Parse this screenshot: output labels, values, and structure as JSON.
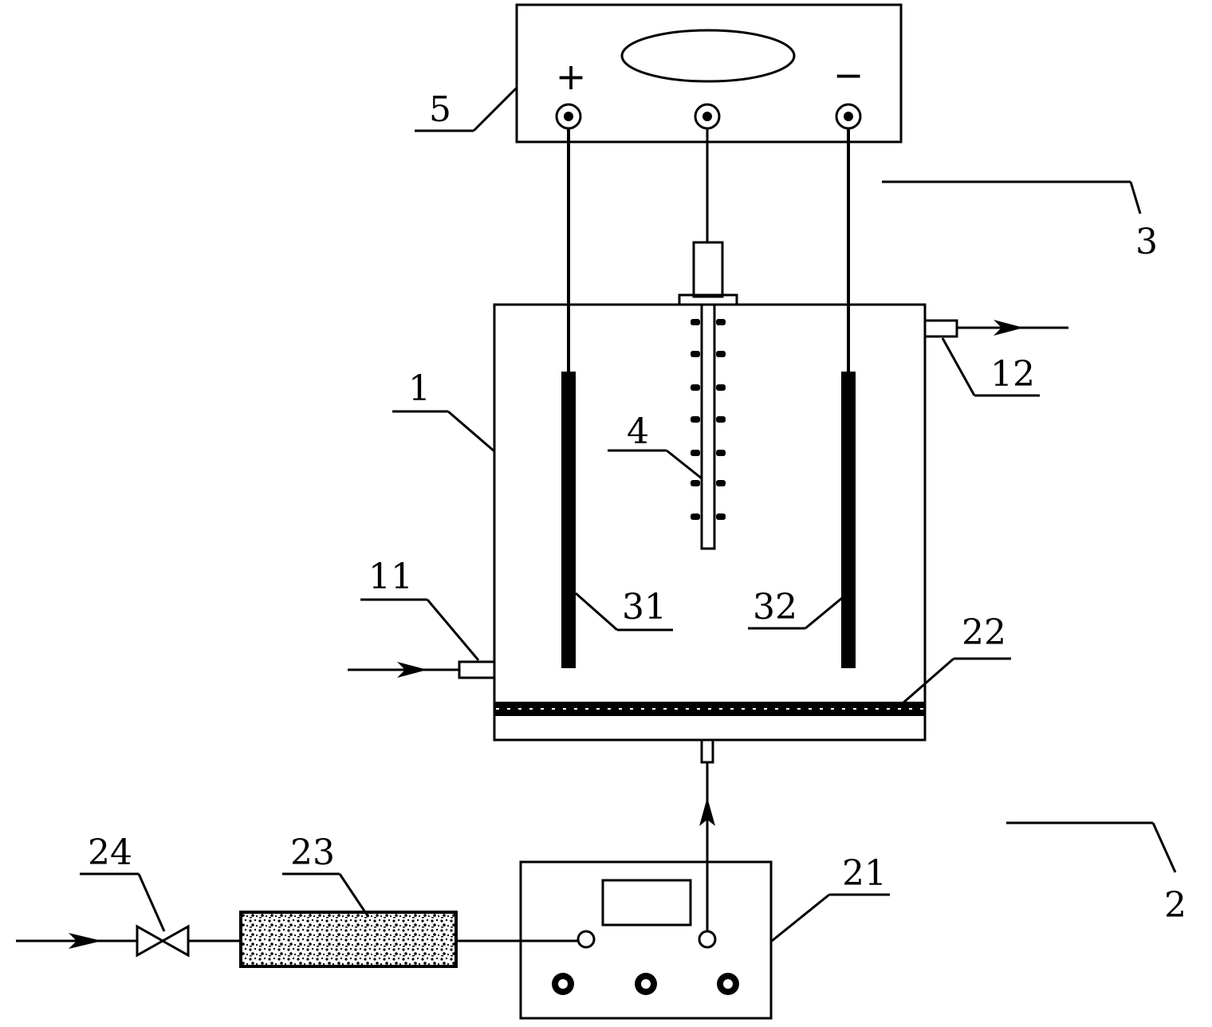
{
  "labels": {
    "power_supply": "5",
    "electrode_group": "3",
    "tank": "1",
    "inlet": "11",
    "outlet": "12",
    "aeration_device": "4",
    "anode": "31",
    "cathode": "32",
    "aeration_plate": "22",
    "gas_system": "2",
    "air_pump": "21",
    "filter": "23",
    "valve": "24"
  },
  "terminals": {
    "positive": "+",
    "negative": "−"
  },
  "colors": {
    "line": "#000000",
    "background": "#ffffff",
    "filter_fill": "#d8d8d8"
  }
}
